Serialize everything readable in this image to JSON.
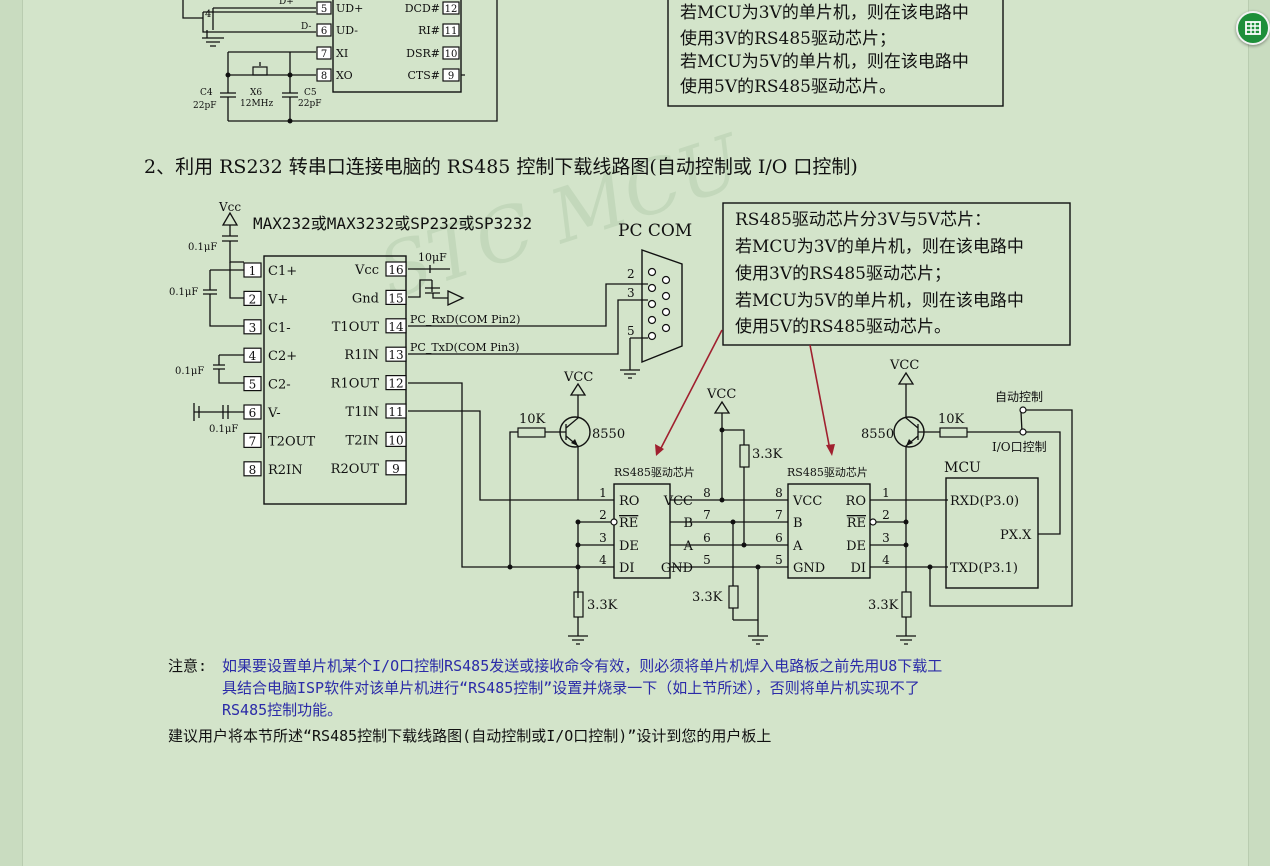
{
  "heading": "2、利用 RS232 转串口连接电脑的 RS485 控制下载线路图(自动控制或 I/O 口控制)",
  "top_fragment": {
    "pins": [
      {
        "num": "5",
        "name": "UD+"
      },
      {
        "num": "6",
        "name": "UD-"
      },
      {
        "num": "7",
        "name": "XI"
      },
      {
        "num": "8",
        "name": "XO"
      }
    ],
    "right_pins": [
      {
        "num": "12",
        "name": "DCD#"
      },
      {
        "num": "11",
        "name": "RI#"
      },
      {
        "num": "10",
        "name": "DSR#"
      },
      {
        "num": "9",
        "name": "CTS#"
      }
    ],
    "d_plus": "D+",
    "d_minus": "D-",
    "pin4": "4",
    "c4": "C4",
    "c4_val": "22pF",
    "x6": "X6",
    "x6_val": "12MHz",
    "c5": "C5",
    "c5_val": "22pF",
    "note_lines": [
      "若MCU为3V的单片机，则在该电路中",
      "使用3V的RS485驱动芯片；",
      "若MCU为5V的单片机，则在该电路中",
      "使用5V的RS485驱动芯片。"
    ]
  },
  "max232": {
    "title": "MAX232或MAX3232或SP232或SP3232",
    "vcc": "Vcc",
    "left_pins": [
      {
        "num": "1",
        "name": "C1+"
      },
      {
        "num": "2",
        "name": "V+"
      },
      {
        "num": "3",
        "name": "C1-"
      },
      {
        "num": "4",
        "name": "C2+"
      },
      {
        "num": "5",
        "name": "C2-"
      },
      {
        "num": "6",
        "name": "V-"
      },
      {
        "num": "7",
        "name": "T2OUT"
      },
      {
        "num": "8",
        "name": "R2IN"
      }
    ],
    "right_pins": [
      {
        "num": "16",
        "name": "Vcc"
      },
      {
        "num": "15",
        "name": "Gnd"
      },
      {
        "num": "14",
        "name": "T1OUT"
      },
      {
        "num": "13",
        "name": "R1IN"
      },
      {
        "num": "12",
        "name": "R1OUT"
      },
      {
        "num": "11",
        "name": "T1IN"
      },
      {
        "num": "10",
        "name": "T2IN"
      },
      {
        "num": "9",
        "name": "R2OUT"
      }
    ],
    "cap_labels": [
      "0.1μF",
      "0.1μF",
      "0.1μF",
      "0.1μF"
    ],
    "cap_10u": "10μF"
  },
  "pc_com": {
    "title": "PC COM",
    "rxd": "PC_RxD(COM Pin2)",
    "txd": "PC_TxD(COM Pin3)",
    "pins": [
      "2",
      "3",
      "5"
    ]
  },
  "rs485_note": {
    "lines": [
      "RS485驱动芯片分3V与5V芯片：",
      "若MCU为3V的单片机，则在该电路中",
      "使用3V的RS485驱动芯片；",
      "若MCU为5V的单片机，则在该电路中",
      "使用5V的RS485驱动芯片。"
    ]
  },
  "chip_left": {
    "label": "RS485驱动芯片",
    "left_pins": [
      {
        "num": "1",
        "name": "RO"
      },
      {
        "num": "2",
        "name": "RE"
      },
      {
        "num": "3",
        "name": "DE"
      },
      {
        "num": "4",
        "name": "DI"
      }
    ],
    "right_pins": [
      {
        "num": "8",
        "name": "VCC"
      },
      {
        "num": "7",
        "name": "B"
      },
      {
        "num": "6",
        "name": "A"
      },
      {
        "num": "5",
        "name": "GND"
      }
    ]
  },
  "chip_right": {
    "label": "RS485驱动芯片",
    "left_pins": [
      {
        "num": "8",
        "name": "VCC"
      },
      {
        "num": "7",
        "name": "B"
      },
      {
        "num": "6",
        "name": "A"
      },
      {
        "num": "5",
        "name": "GND"
      }
    ],
    "right_pins": [
      {
        "num": "1",
        "name": "RO"
      },
      {
        "num": "2",
        "name": "RE"
      },
      {
        "num": "3",
        "name": "DE"
      },
      {
        "num": "4",
        "name": "DI"
      }
    ]
  },
  "mcu": {
    "label": "MCU",
    "rxd": "RXD(P3.0)",
    "pxx": "PX.X",
    "txd": "TXD(P3.1)"
  },
  "parts": {
    "vcc": "VCC",
    "r10k": "10K",
    "q8550": "8550",
    "r33k": "3.3K",
    "auto_ctrl": "自动控制",
    "io_ctrl": "I/O口控制"
  },
  "watermark": "STC MCU",
  "notes": {
    "prefix": "注意:",
    "line1": "如果要设置单片机某个I/O口控制RS485发送或接收命令有效，则必须将单片机焊入电路板之前先用U8下载工",
    "line2": "具结合电脑ISP软件对该单片机进行“RS485控制”设置并烧录一下（如上节所述），否则将单片机实现不了",
    "line3": "RS485控制功能。",
    "suggest": "建议用户将本节所述“RS485控制下载线路图(自动控制或I/O口控制)”设计到您的用户板上"
  },
  "colors": {
    "note_blue": "#2b2ba8",
    "arrow_red": "#a0202f",
    "fab_green": "#1e8f3a"
  },
  "icons": {
    "fab": "table-grid-icon"
  }
}
